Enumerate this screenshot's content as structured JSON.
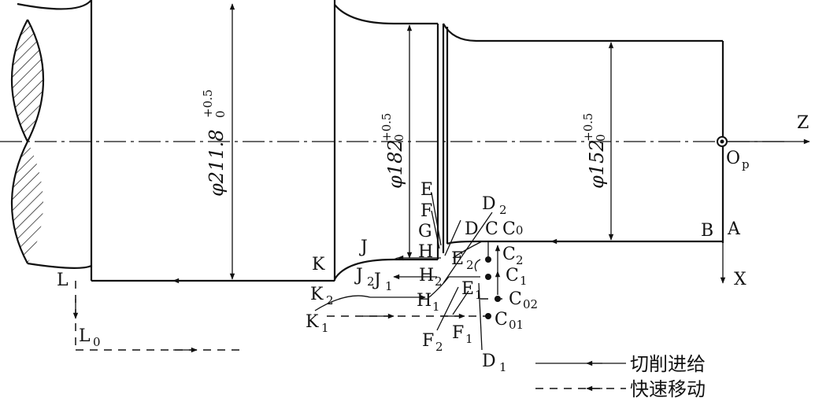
{
  "axes": {
    "z": "Z",
    "x": "X",
    "origin": "O",
    "origin_sub": "p"
  },
  "dimensions": [
    {
      "symbol": "φ",
      "value": "211.8",
      "upper": "+0.5",
      "lower": "0"
    },
    {
      "symbol": "φ",
      "value": "182",
      "upper": "+0.5",
      "lower": "0"
    },
    {
      "symbol": "φ",
      "value": "152",
      "upper": "+0.5",
      "lower": "0"
    }
  ],
  "points": {
    "A": "A",
    "B": "B",
    "C": "C",
    "C0": "C",
    "C0_sub": "0",
    "C1": "C",
    "C1_sub": "1",
    "C2": "C",
    "C2_sub": "2",
    "C01": "C",
    "C01_sub": "01",
    "C02": "C",
    "C02_sub": "02",
    "D": "D",
    "D1": "D",
    "D1_sub": "1",
    "D2": "D",
    "D2_sub": "2",
    "E": "E",
    "E1": "E",
    "E1_sub": "1",
    "E2": "E",
    "E2_sub": "2",
    "F": "F",
    "F1": "F",
    "F1_sub": "1",
    "F2": "F",
    "F2_sub": "2",
    "G": "G",
    "H": "H",
    "H1": "H",
    "H1_sub": "1",
    "H2": "H",
    "H2_sub": "2",
    "J": "J",
    "J1": "J",
    "J1_sub": "1",
    "J2": "J",
    "J2_sub": "2",
    "K": "K",
    "K1": "K",
    "K1_sub": "1",
    "K2": "K",
    "K2_sub": "2",
    "L": "L",
    "L0": "L",
    "L0_sub": "0"
  },
  "legend": {
    "solid": "切削进给",
    "dashed": "快速移动"
  }
}
